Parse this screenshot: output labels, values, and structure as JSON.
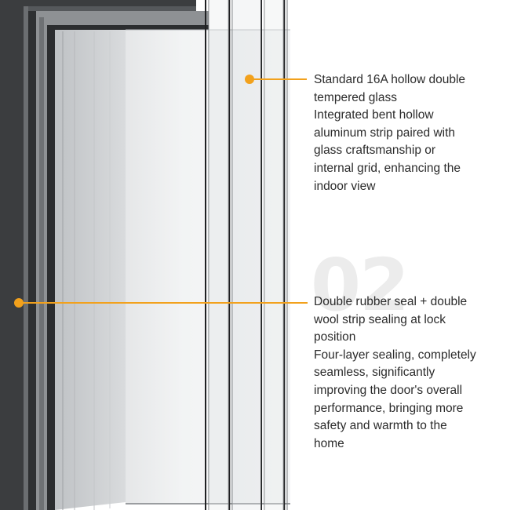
{
  "section_number": "02",
  "accent_color": "#f2a11c",
  "frame_color": "#3b3d3f",
  "callouts": [
    {
      "title_lines": [
        "Standard 16A hollow double",
        "tempered glass"
      ],
      "body_lines": [
        "Integrated bent hollow",
        "aluminum strip paired with",
        "glass craftsmanship or",
        "internal grid, enhancing the",
        "indoor view"
      ]
    },
    {
      "title_lines": [
        "Double rubber seal + double",
        "wool strip sealing at lock",
        "position"
      ],
      "body_lines": [
        "Four-layer sealing, completely",
        "seamless, significantly",
        "improving the door's overall",
        "performance, bringing more",
        "safety and warmth to the",
        "home"
      ]
    }
  ]
}
